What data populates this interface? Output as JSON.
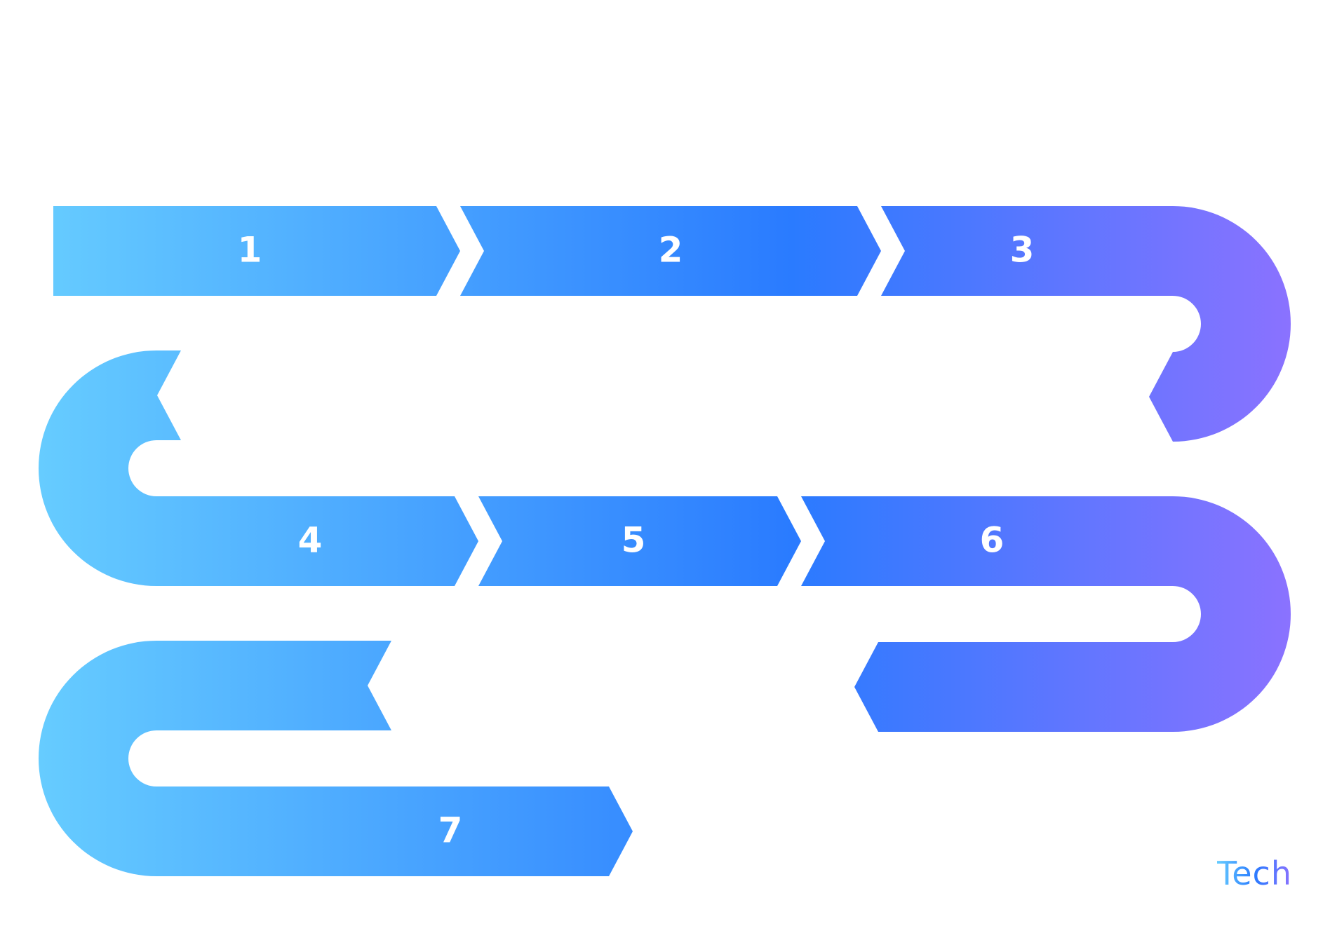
{
  "diagram": {
    "steps": [
      {
        "label": "1"
      },
      {
        "label": "2"
      },
      {
        "label": "3"
      },
      {
        "label": "4"
      },
      {
        "label": "5"
      },
      {
        "label": "6"
      },
      {
        "label": "7"
      }
    ]
  },
  "brand": {
    "text": "Tech"
  },
  "colors": {
    "gradient_start": "#66ccff",
    "gradient_mid": "#2a7bff",
    "gradient_end": "#8b72ff",
    "label": "#ffffff",
    "background": "#ffffff"
  }
}
